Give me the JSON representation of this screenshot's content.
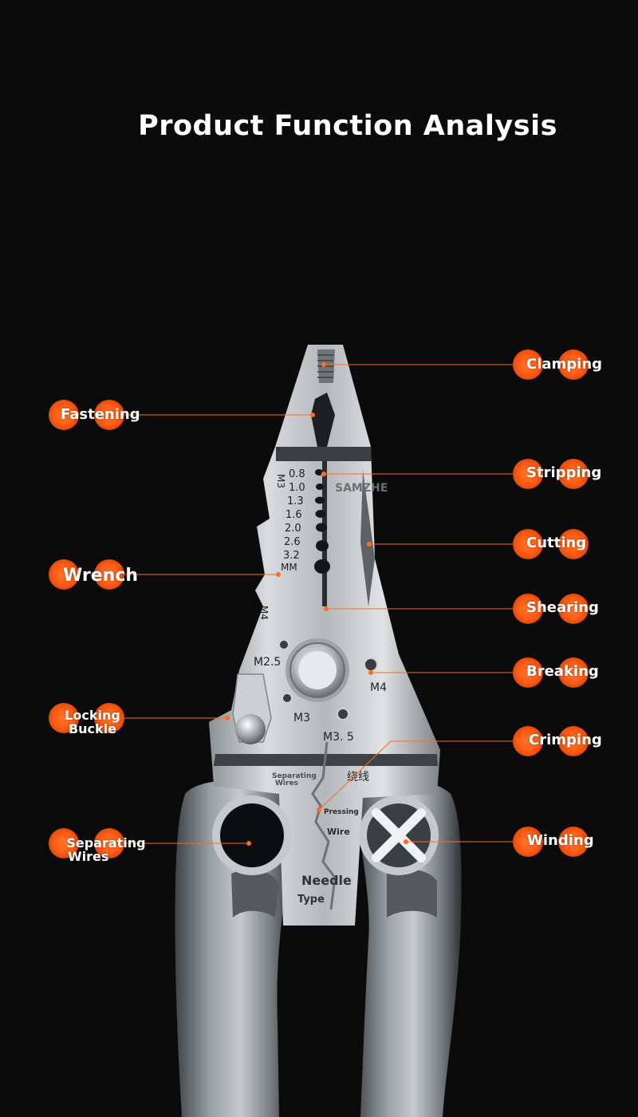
{
  "title": "Product Function Analysis",
  "brand": "SAMZHE",
  "accent_color": "#ff5a14",
  "functions": {
    "clamping": "Clamping",
    "fastening": "Fastening",
    "stripping": "Stripping",
    "cutting": "Cutting",
    "wrench": "Wrench",
    "shearing": "Shearing",
    "breaking": "Breaking",
    "locking_line1": "Locking",
    "locking_line2": "Buckle",
    "crimping": "Crimping",
    "separating_line1": "Separating",
    "separating_line2": "Wires",
    "winding": "Winding"
  },
  "stripping_gauge": {
    "sizes": [
      "0.8",
      "1.0",
      "1.3",
      "1.6",
      "2.0",
      "2.6",
      "3.2"
    ],
    "unit": "MM"
  },
  "tool_markings": {
    "m3_top": "M3",
    "m4_side": "M4",
    "m25": "M2.5",
    "m4_hole": "M4",
    "m3_hole": "M3",
    "m35": "M3. 5",
    "separating_wires_1": "Separating",
    "separating_wires_2": "Wires",
    "winding_cn": "绕线",
    "pressing": "Pressing",
    "wire": "Wire",
    "needle": "Needle",
    "type": "Type"
  }
}
